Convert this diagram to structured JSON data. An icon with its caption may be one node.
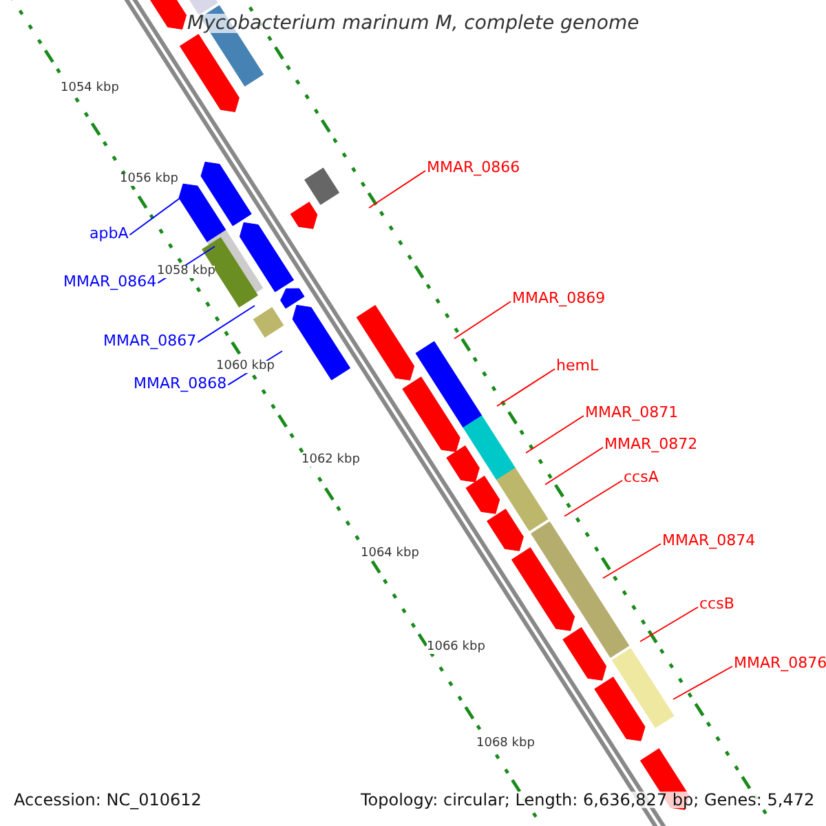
{
  "diagram": {
    "title": "Mycobacterium marinum M, complete genome",
    "nodes": [
      {
        "text": [
          "MMAR_0866"
        ]
      },
      {
        "text": [
          "apbA"
        ]
      },
      {
        "text": [
          "MMAR_0864"
        ]
      },
      {
        "text": [
          "MMAR_0869"
        ]
      },
      {
        "text": [
          "MMAR_0867"
        ]
      },
      {
        "text": [
          "hemL"
        ]
      },
      {
        "text": [
          "MMAR_0868"
        ]
      },
      {
        "text": [
          "MMAR_0871"
        ]
      },
      {
        "text": [
          "MMAR_0872"
        ]
      },
      {
        "text": [
          "ccsA"
        ]
      },
      {
        "text": [
          "MMAR_0874"
        ]
      },
      {
        "text": [
          "ccsB"
        ]
      },
      {
        "text": [
          "MMAR_0876"
        ]
      }
    ],
    "edges": [
      {
        "from": 0,
        "to": null,
        "arrow": "none",
        "color": "#ff0000"
      },
      {
        "from": 1,
        "to": null,
        "arrow": "none",
        "color": "#0000ff"
      },
      {
        "from": 2,
        "to": null,
        "arrow": "none",
        "color": "#0000ff"
      },
      {
        "from": 3,
        "to": null,
        "arrow": "none",
        "color": "#ff0000"
      },
      {
        "from": 4,
        "to": null,
        "arrow": "none",
        "color": "#0000ff"
      },
      {
        "from": 5,
        "to": null,
        "arrow": "none",
        "color": "#ff0000"
      },
      {
        "from": 6,
        "to": null,
        "arrow": "none",
        "color": "#0000ff"
      },
      {
        "from": 7,
        "to": null,
        "arrow": "none",
        "color": "#ff0000"
      },
      {
        "from": 8,
        "to": null,
        "arrow": "none",
        "color": "#ff0000"
      },
      {
        "from": 9,
        "to": null,
        "arrow": "none",
        "color": "#ff0000"
      },
      {
        "from": 10,
        "to": null,
        "arrow": "none",
        "color": "#ff0000"
      },
      {
        "from": 11,
        "to": null,
        "arrow": "none",
        "color": "#ff0000"
      },
      {
        "from": 12,
        "to": null,
        "arrow": "none",
        "color": "#ff0000"
      }
    ],
    "labels": [
      "1054 kbp",
      "1056 kbp",
      "1058 kbp",
      "1060 kbp",
      "1062 kbp",
      "1064 kbp",
      "1066 kbp",
      "1068 kbp",
      "Accession: NC_010612",
      "Topology: circular; Length: 6,636,827 bp; Genes: 5,472"
    ]
  }
}
